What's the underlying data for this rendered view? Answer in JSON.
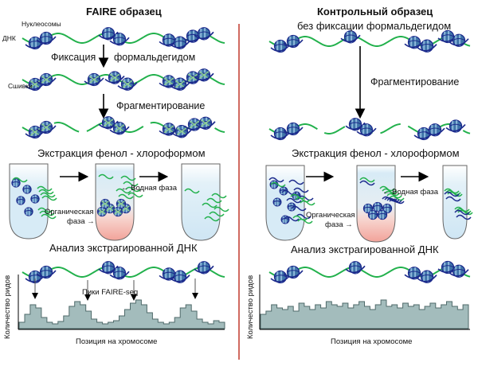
{
  "left": {
    "title": "FAIRE образец",
    "label_nucleosomes": "Нуклеосомы",
    "label_dna": "ДНК",
    "step_fix_a": "Фиксация",
    "step_fix_b": "формальдегидом",
    "label_crosslinks": "Сшивки",
    "step_fragment": "Фрагментирование",
    "step_extract": "Экстракция фенол - хлороформом",
    "label_aqueous": "← Водная фаза",
    "label_organic_1": "Органическая",
    "label_organic_2": "фаза →",
    "step_analysis": "Анализ экстрагированной ДНК",
    "peaks_label": "Пики FAIRE-seq",
    "ylabel": "Количество ридов",
    "xlabel": "Позиция на хромосоме"
  },
  "right": {
    "title": "Контрольный образец",
    "subtitle": "без фиксации формальдегидом",
    "step_fragment": "Фрагментирование",
    "step_extract": "Экстракция фенол - хлороформом",
    "label_aqueous": "← Водная фаза",
    "label_organic_1": "Органическая",
    "label_organic_2": "фаза →",
    "step_analysis": "Анализ экстрагированной ДНК",
    "ylabel": "Количество ридов",
    "xlabel": "Позиция на хромосоме"
  },
  "colors": {
    "dna_green": "#22b14c",
    "dna_blue": "#1c2a8c",
    "nucleosome_fill": "#3f74a8",
    "nucleosome_stripe": "#8fb8dc",
    "divider_red": "#c0392b",
    "histogram_fill": "#a3bcbc",
    "histogram_edge": "#4f6a6a",
    "tube_top_blue": "#cfe6f4",
    "tube_bottom_pink": "#f4b4ad"
  }
}
